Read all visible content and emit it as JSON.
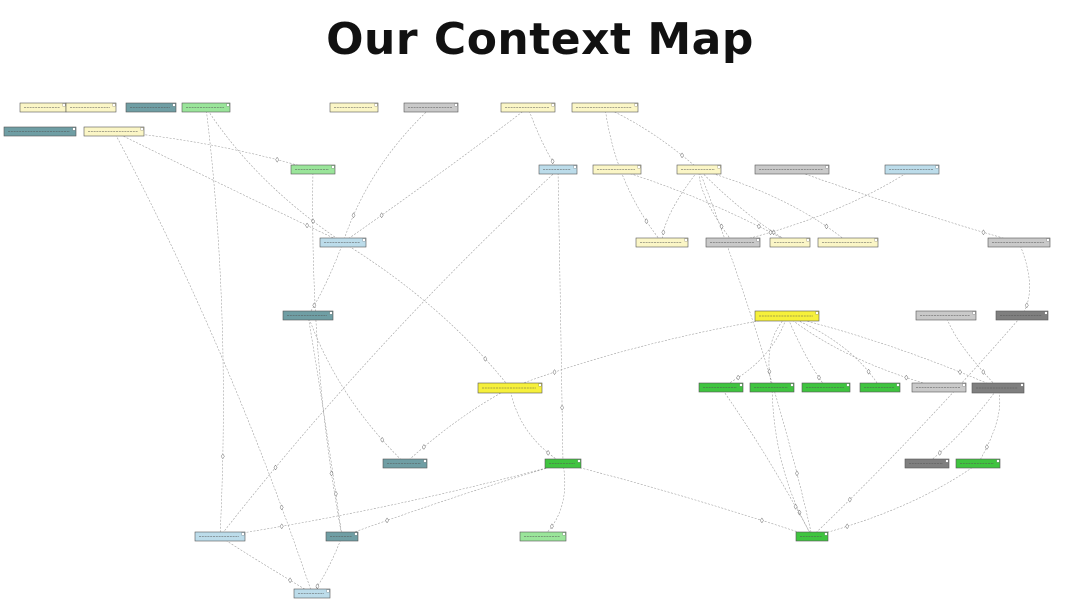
{
  "title": "Our Context Map",
  "colors": {
    "yellow": "#fbf6c6",
    "green": "#9ae59a",
    "blue": "#bcdcea",
    "gray": "#c9c9c9",
    "teal": "#6f9ea4",
    "dark": "#7f7f7f",
    "bright_yellow": "#f6f03b",
    "bright_green": "#3fc43f",
    "edge": "#9a9a9a"
  },
  "nodes": [
    {
      "id": "n1",
      "type": "yellow",
      "label": "",
      "interactable": false
    },
    {
      "id": "n2",
      "type": "yellow",
      "label": "",
      "interactable": false
    },
    {
      "id": "n3",
      "type": "teal",
      "label": "",
      "interactable": false
    },
    {
      "id": "n4",
      "type": "green",
      "label": "",
      "interactable": false
    },
    {
      "id": "n5",
      "type": "teal",
      "label": "",
      "interactable": false
    },
    {
      "id": "n6",
      "type": "yellow",
      "label": "",
      "interactable": false
    },
    {
      "id": "n7",
      "type": "yellow",
      "label": "",
      "interactable": false
    },
    {
      "id": "n8",
      "type": "gray",
      "label": "",
      "interactable": false
    },
    {
      "id": "n9",
      "type": "yellow",
      "label": "",
      "interactable": false
    },
    {
      "id": "n10",
      "type": "yellow",
      "label": "",
      "interactable": false
    },
    {
      "id": "n11",
      "type": "green",
      "label": "",
      "interactable": false
    },
    {
      "id": "n12",
      "type": "blue",
      "label": "",
      "interactable": false
    },
    {
      "id": "n13",
      "type": "yellow",
      "label": "",
      "interactable": false
    },
    {
      "id": "n14",
      "type": "blue",
      "label": "",
      "interactable": false
    },
    {
      "id": "n15",
      "type": "yellow",
      "label": "",
      "interactable": false
    },
    {
      "id": "n16",
      "type": "gray",
      "label": "",
      "interactable": false
    },
    {
      "id": "n17",
      "type": "blue",
      "label": "",
      "interactable": false
    },
    {
      "id": "n18",
      "type": "yellow",
      "label": "",
      "interactable": false
    },
    {
      "id": "n19",
      "type": "gray",
      "label": "",
      "interactable": false
    },
    {
      "id": "n20",
      "type": "yellow",
      "label": "",
      "interactable": false
    },
    {
      "id": "n21",
      "type": "yellow",
      "label": "",
      "interactable": false
    },
    {
      "id": "n22",
      "type": "gray",
      "label": "",
      "interactable": false
    },
    {
      "id": "n23",
      "type": "teal",
      "label": "",
      "interactable": false
    },
    {
      "id": "n24",
      "type": "bright_yellow",
      "label": "",
      "interactable": false
    },
    {
      "id": "n25",
      "type": "gray",
      "label": "",
      "interactable": false
    },
    {
      "id": "n26",
      "type": "dark",
      "label": "",
      "interactable": false
    },
    {
      "id": "n27",
      "type": "bright_green",
      "label": "",
      "interactable": false
    },
    {
      "id": "n28",
      "type": "bright_green",
      "label": "",
      "interactable": false
    },
    {
      "id": "n29",
      "type": "bright_green",
      "label": "",
      "interactable": false
    },
    {
      "id": "n30",
      "type": "bright_green",
      "label": "",
      "interactable": false
    },
    {
      "id": "n31",
      "type": "gray",
      "label": "",
      "interactable": false
    },
    {
      "id": "n32",
      "type": "dark",
      "label": "",
      "interactable": false
    },
    {
      "id": "n33",
      "type": "bright_yellow",
      "label": "",
      "interactable": false
    },
    {
      "id": "n34",
      "type": "teal",
      "label": "",
      "interactable": false
    },
    {
      "id": "n35",
      "type": "bright_green",
      "label": "",
      "interactable": false
    },
    {
      "id": "n36",
      "type": "dark",
      "label": "",
      "interactable": false
    },
    {
      "id": "n37",
      "type": "bright_green",
      "label": "",
      "interactable": false
    },
    {
      "id": "n38",
      "type": "blue",
      "label": "",
      "interactable": false
    },
    {
      "id": "n39",
      "type": "teal",
      "label": "",
      "interactable": false
    },
    {
      "id": "n40",
      "type": "green",
      "label": "",
      "interactable": false
    },
    {
      "id": "n41",
      "type": "bright_green",
      "label": "",
      "interactable": false
    },
    {
      "id": "n42",
      "type": "blue",
      "label": "",
      "interactable": false
    }
  ],
  "edges": [
    [
      "n4",
      "n14"
    ],
    [
      "n6",
      "n11"
    ],
    [
      "n6",
      "n14"
    ],
    [
      "n8",
      "n14"
    ],
    [
      "n9",
      "n12"
    ],
    [
      "n9",
      "n14"
    ],
    [
      "n10",
      "n18"
    ],
    [
      "n10",
      "n15"
    ],
    [
      "n16",
      "n22"
    ],
    [
      "n15",
      "n19"
    ],
    [
      "n15",
      "n20"
    ],
    [
      "n15",
      "n21"
    ],
    [
      "n15",
      "n18"
    ],
    [
      "n13",
      "n20"
    ],
    [
      "n17",
      "n19"
    ],
    [
      "n12",
      "n38"
    ],
    [
      "n14",
      "n23"
    ],
    [
      "n14",
      "n33"
    ],
    [
      "n23",
      "n34"
    ],
    [
      "n23",
      "n39"
    ],
    [
      "n24",
      "n27"
    ],
    [
      "n24",
      "n28"
    ],
    [
      "n24",
      "n29"
    ],
    [
      "n24",
      "n30"
    ],
    [
      "n24",
      "n31"
    ],
    [
      "n24",
      "n32"
    ],
    [
      "n22",
      "n26"
    ],
    [
      "n25",
      "n32"
    ],
    [
      "n32",
      "n36"
    ],
    [
      "n32",
      "n37"
    ],
    [
      "n33",
      "n35"
    ],
    [
      "n33",
      "n34"
    ],
    [
      "n35",
      "n40"
    ],
    [
      "n35",
      "n41"
    ],
    [
      "n35",
      "n38"
    ],
    [
      "n35",
      "n39"
    ],
    [
      "n28",
      "n41"
    ],
    [
      "n27",
      "n41"
    ],
    [
      "n37",
      "n41"
    ],
    [
      "n38",
      "n42"
    ],
    [
      "n39",
      "n42"
    ],
    [
      "n4",
      "n38"
    ],
    [
      "n11",
      "n39"
    ],
    [
      "n12",
      "n35"
    ],
    [
      "n15",
      "n41"
    ],
    [
      "n24",
      "n33"
    ],
    [
      "n26",
      "n41"
    ],
    [
      "n6",
      "n42"
    ]
  ]
}
